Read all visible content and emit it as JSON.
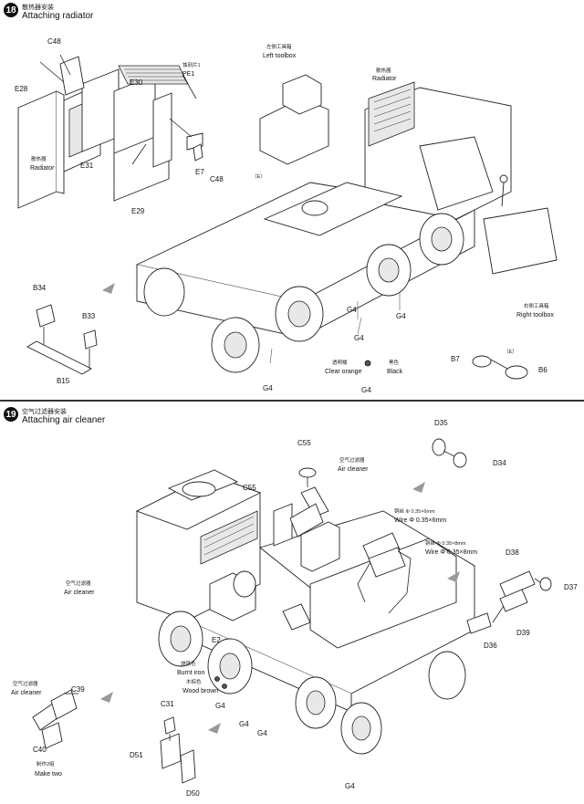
{
  "steps": [
    {
      "number": "18",
      "title_cn": "散热器安装",
      "title_en": "Attaching radiator",
      "labels": {
        "c48_top": "C48",
        "e30": "E30",
        "e28": "E28",
        "e31": "E31",
        "e29": "E29",
        "e7": "E7",
        "c48_bottom": "C48",
        "radiator_cn_left": "散热器",
        "radiator_en_left": "Radiator",
        "pe1_cn": "蚀刻片1",
        "pe1_en": "PE1",
        "left_toolbox_cn": "左侧工具箱",
        "left_toolbox_en": "Left toolbox",
        "radiator_cn_right": "散热器",
        "radiator_en_right": "Radiator",
        "e_marker_1": "（E）",
        "right_toolbox_cn": "右侧工具箱",
        "right_toolbox_en": "Right toolbox",
        "b34": "B34",
        "b33": "B33",
        "b15": "B15",
        "g4_a": "G4",
        "g4_b": "G4",
        "g4_c": "G4",
        "g4_d": "G4",
        "clear_orange_cn": "透明橘",
        "clear_orange_en": "Clear orange",
        "black_cn": "黑色",
        "black_en": "Black",
        "e_marker_2": "（E）",
        "b7": "B7",
        "b6": "B6"
      }
    },
    {
      "number": "19",
      "title_cn": "空气过滤器安装",
      "title_en": "Attaching air cleaner",
      "labels": {
        "d35": "D35",
        "d34": "D34",
        "c55_top": "C55",
        "air_cleaner_cn_top": "空气过滤器",
        "air_cleaner_en_top": "Air cleaner",
        "c55_mid": "C55",
        "wire1_cn": "铜丝 Φ 0.35×6mm",
        "wire1_en": "Wire Φ 0.35×6mm",
        "wire2_cn": "铜丝 Φ 0.35×8mm",
        "wire2_en": "Wire Φ 0.35×8mm",
        "d38": "D38",
        "d37": "D37",
        "d39": "D39",
        "d36": "D36",
        "air_cleaner_cn_left": "空气过滤器",
        "air_cleaner_en_left": "Air cleaner",
        "e2": "E2",
        "burnt_iron_cn": "烧铁色",
        "burnt_iron_en": "Burnt iron",
        "wood_brown_cn": "木棕色",
        "wood_brown_en": "Wood brown",
        "g4_a": "G4",
        "g4_b": "G4",
        "g4_c": "G4",
        "g4_d": "G4",
        "air_cleaner_cn_bl": "空气过滤器",
        "air_cleaner_en_bl": "Air cleaner",
        "c39": "C39",
        "c40": "C40",
        "make_two_cn": "制作2组",
        "make_two_en": "Make two",
        "c31": "C31",
        "d51": "D51",
        "d50": "D50"
      }
    }
  ],
  "colors": {
    "ink": "#111111",
    "badge": "#111111",
    "arrow": "#999999"
  }
}
